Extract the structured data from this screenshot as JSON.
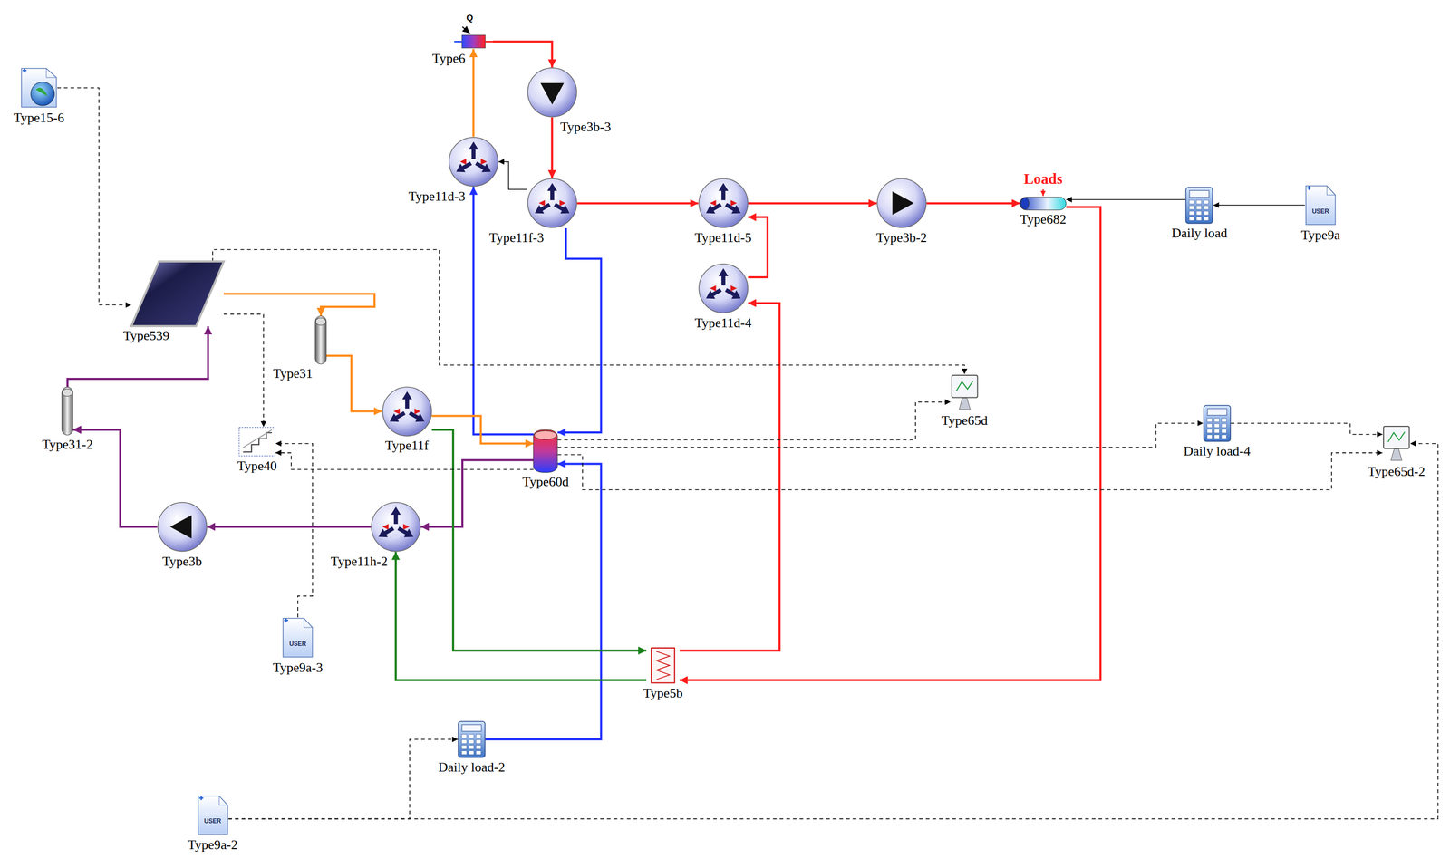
{
  "diagram": {
    "nodes": [
      {
        "text": [
          "Type6"
        ]
      },
      {
        "text": [
          "Type3b-3"
        ]
      },
      {
        "text": [
          "Type11d-3"
        ]
      },
      {
        "text": [
          "Type11f-3"
        ]
      },
      {
        "text": [
          "Type11d-5"
        ]
      },
      {
        "text": [
          "Type3b-2"
        ]
      },
      {
        "text": [
          "Type682"
        ]
      },
      {
        "text": [
          "Daily load"
        ]
      },
      {
        "text": [
          "Type9a"
        ]
      },
      {
        "text": [
          "Type15-6"
        ]
      },
      {
        "text": [
          "Type539"
        ]
      },
      {
        "text": [
          "Type11d-4"
        ]
      },
      {
        "text": [
          "Type31"
        ]
      },
      {
        "text": [
          "Type31-2"
        ]
      },
      {
        "text": [
          "Type11f"
        ]
      },
      {
        "text": [
          "Type40"
        ]
      },
      {
        "text": [
          "Type60d"
        ]
      },
      {
        "text": [
          "Type65d"
        ]
      },
      {
        "text": [
          "Daily load-4"
        ]
      },
      {
        "text": [
          "Type65d-2"
        ]
      },
      {
        "text": [
          "Type3b"
        ]
      },
      {
        "text": [
          "Type11h-2"
        ]
      },
      {
        "text": [
          "Type9a-3"
        ]
      },
      {
        "text": [
          "Type5b"
        ]
      },
      {
        "text": [
          "Daily load-2"
        ]
      },
      {
        "text": [
          "Type9a-2"
        ]
      }
    ],
    "edges": [
      {
        "from": 0,
        "to": 1,
        "arrow": "to"
      },
      {
        "from": 1,
        "to": 3,
        "arrow": "to"
      },
      {
        "from": 2,
        "to": 0,
        "arrow": "to"
      },
      {
        "from": 3,
        "to": 4,
        "arrow": "to"
      },
      {
        "from": 3,
        "to": 2,
        "arrow": "to"
      },
      {
        "from": 4,
        "to": 5,
        "arrow": "to"
      },
      {
        "from": 5,
        "to": 6,
        "arrow": "to"
      },
      {
        "from": 6,
        "to": 23,
        "arrow": "to"
      },
      {
        "from": 11,
        "to": 4,
        "arrow": "to"
      },
      {
        "from": 23,
        "to": 11,
        "arrow": "to"
      },
      {
        "from": 3,
        "to": 16,
        "arrow": "to"
      },
      {
        "from": 16,
        "to": 2,
        "arrow": "to"
      },
      {
        "from": 24,
        "to": 16,
        "arrow": "to"
      },
      {
        "from": 10,
        "to": 12,
        "arrow": "to"
      },
      {
        "from": 12,
        "to": 14,
        "arrow": "to"
      },
      {
        "from": 14,
        "to": 16,
        "arrow": "to"
      },
      {
        "from": 16,
        "to": 21,
        "arrow": "to"
      },
      {
        "from": 21,
        "to": 20,
        "arrow": "to"
      },
      {
        "from": 20,
        "to": 13,
        "arrow": "to"
      },
      {
        "from": 13,
        "to": 10,
        "arrow": "to"
      },
      {
        "from": 14,
        "to": 23,
        "arrow": "to"
      },
      {
        "from": 23,
        "to": 21,
        "arrow": "to"
      },
      {
        "from": 9,
        "to": 10,
        "arrow": "to"
      },
      {
        "from": 10,
        "to": 17,
        "arrow": "to"
      },
      {
        "from": 10,
        "to": 15,
        "arrow": "to"
      },
      {
        "from": 22,
        "to": 15,
        "arrow": "to"
      },
      {
        "from": 16,
        "to": 15,
        "arrow": "to"
      },
      {
        "from": 16,
        "to": 17,
        "arrow": "to"
      },
      {
        "from": 16,
        "to": 18,
        "arrow": "to"
      },
      {
        "from": 18,
        "to": 19,
        "arrow": "to"
      },
      {
        "from": 16,
        "to": 19,
        "arrow": "to"
      },
      {
        "from": 25,
        "to": 24,
        "arrow": "to"
      },
      {
        "from": 25,
        "to": 19,
        "arrow": "to"
      },
      {
        "from": 8,
        "to": 7,
        "arrow": "to"
      },
      {
        "from": 7,
        "to": 6,
        "arrow": "to"
      }
    ],
    "labels": [
      "Q",
      "Loads",
      "USER",
      "USER",
      "USER"
    ]
  }
}
